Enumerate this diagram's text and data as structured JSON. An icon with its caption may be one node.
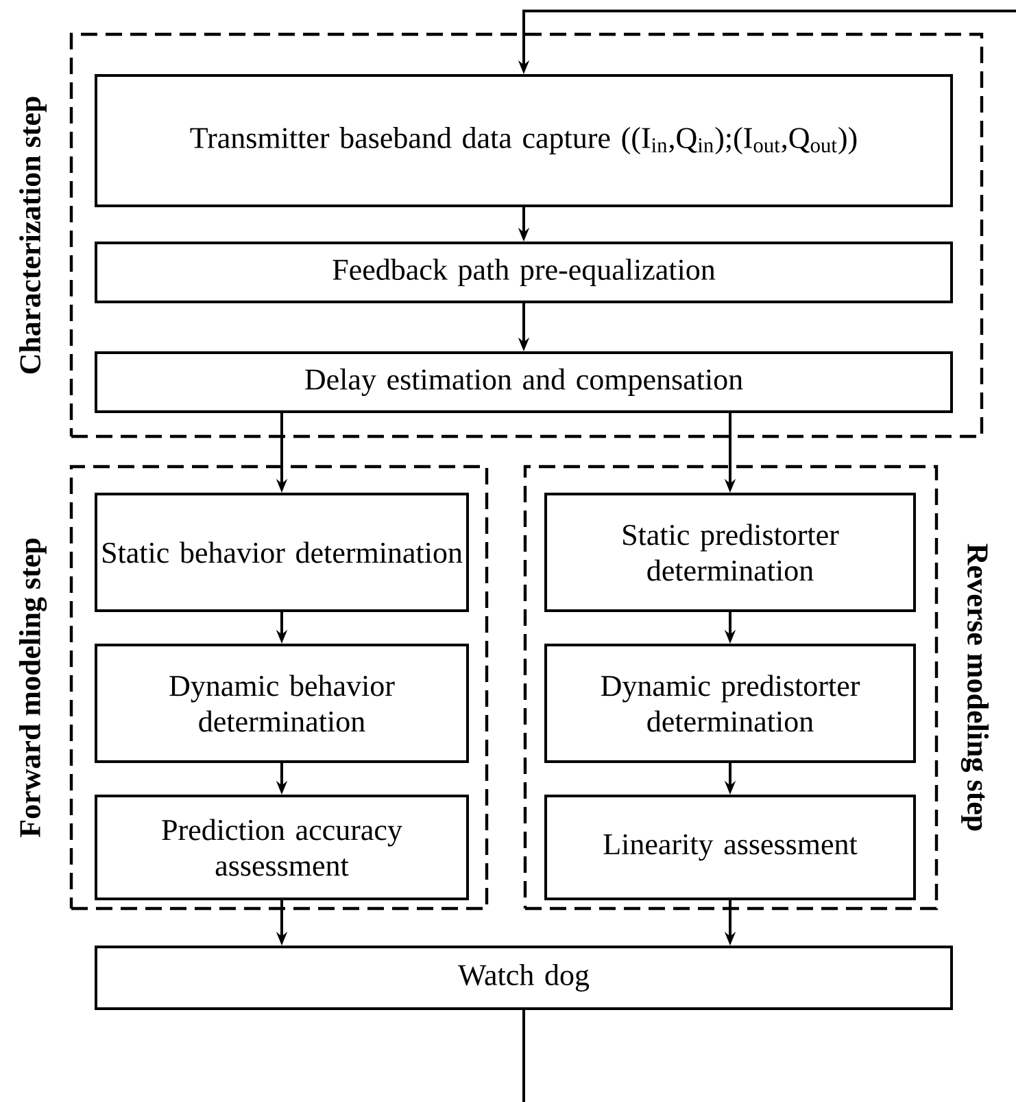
{
  "diagram": {
    "nodes": [
      {
        "text": [
          "Characterization step"
        ]
      },
      {
        "text": [
          "Transmitter baseband data capture ((I$_{in}$,Q$_{in}$);(I$_{out}$,Q$_{out}$))"
        ],
        "in": 0
      },
      {
        "text": [
          "Feedback path pre-equalization"
        ],
        "in": 0
      },
      {
        "text": [
          "Delay estimation and compensation"
        ],
        "in": 0
      },
      {
        "text": [
          "Forward modeling step"
        ]
      },
      {
        "text": [
          "Static behavior determination"
        ],
        "in": 4
      },
      {
        "text": [
          "Dynamic behavior determination"
        ],
        "in": 4
      },
      {
        "text": [
          "Prediction accuracy assessment"
        ],
        "in": 4
      },
      {
        "text": [
          "Reverse modeling step"
        ]
      },
      {
        "text": [
          "Static predistorter determination"
        ],
        "in": 8
      },
      {
        "text": [
          "Dynamic predistorter determination"
        ],
        "in": 8
      },
      {
        "text": [
          "Linearity assessment"
        ],
        "in": 8
      },
      {
        "text": [
          "Watch dog"
        ]
      }
    ],
    "edges": [
      {
        "from": null,
        "to": 1,
        "arrow": "to"
      },
      {
        "from": 1,
        "to": 2,
        "arrow": "to"
      },
      {
        "from": 2,
        "to": 3,
        "arrow": "to"
      },
      {
        "from": 3,
        "to": 5,
        "arrow": "to"
      },
      {
        "from": 3,
        "to": 9,
        "arrow": "to"
      },
      {
        "from": 5,
        "to": 6,
        "arrow": "to"
      },
      {
        "from": 6,
        "to": 7,
        "arrow": "to"
      },
      {
        "from": 9,
        "to": 10,
        "arrow": "to"
      },
      {
        "from": 10,
        "to": 11,
        "arrow": "to"
      },
      {
        "from": 7,
        "to": 12,
        "arrow": "to"
      },
      {
        "from": 11,
        "to": 12,
        "arrow": "to"
      },
      {
        "from": 12,
        "to": null,
        "arrow": "none"
      }
    ]
  }
}
